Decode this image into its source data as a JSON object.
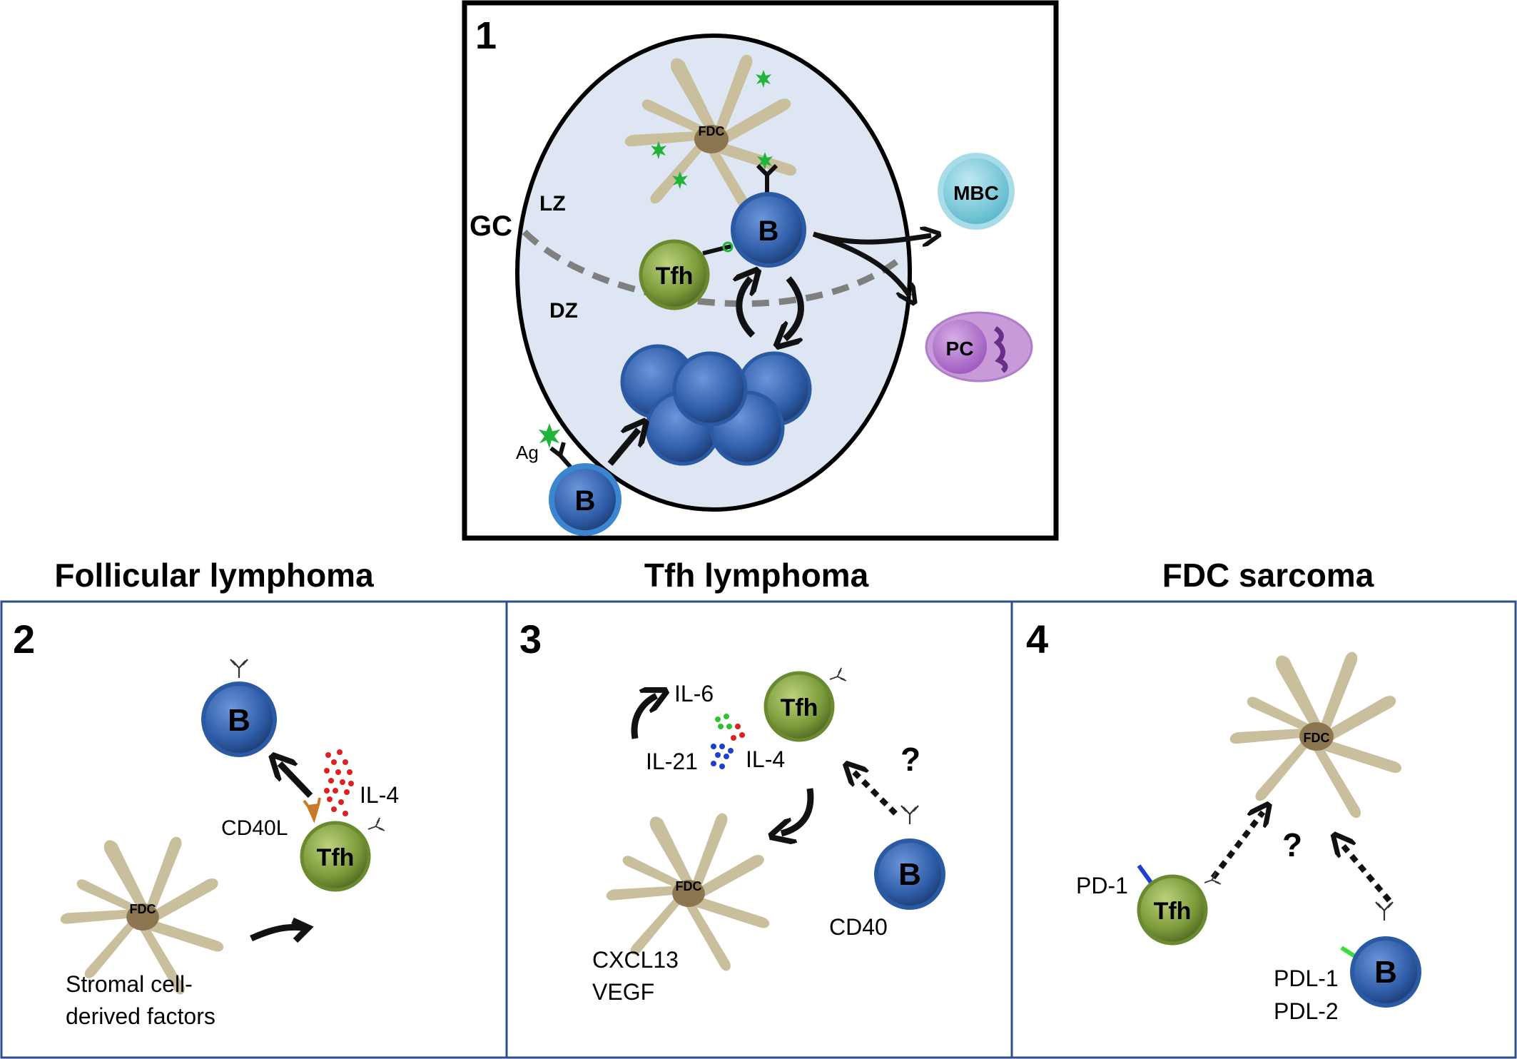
{
  "panels": {
    "p1": {
      "number": "1",
      "gc": "GC",
      "lz": "LZ",
      "dz": "DZ",
      "fdc": "FDC",
      "tfh": "Tfh",
      "b_top": "B",
      "b_bottom": "B",
      "ag": "Ag",
      "mbc": "MBC",
      "pc": "PC"
    },
    "p2": {
      "title": "Follicular lymphoma",
      "number": "2",
      "b": "B",
      "tfh": "Tfh",
      "fdc": "FDC",
      "cd40l": "CD40L",
      "il4": "IL-4",
      "stromal_line1": "Stromal cell-",
      "stromal_line2": "derived factors"
    },
    "p3": {
      "title": "Tfh lymphoma",
      "number": "3",
      "il6": "IL-6",
      "il21": "IL-21",
      "il4": "IL-4",
      "tfh": "Tfh",
      "question": "?",
      "fdc": "FDC",
      "cxcl13": "CXCL13",
      "vegf": "VEGF",
      "b": "B",
      "cd40": "CD40"
    },
    "p4": {
      "title": "FDC sarcoma",
      "number": "4",
      "fdc": "FDC",
      "question": "?",
      "pd1": "PD-1",
      "tfh": "Tfh",
      "b": "B",
      "pdl1": "PDL-1",
      "pdl2": "PDL-2"
    }
  },
  "colors": {
    "b_cell": "#2f5da8",
    "tfh_cell": "#7b9a3a",
    "fdc": "#c9bf9c",
    "fdc_nucleus": "#8c7650",
    "gc_fill": "#dde6f2",
    "antigen": "#22b33a",
    "mbc": "#5cb8cc",
    "pc": "#a15cc0",
    "il4_dots": "#e02020",
    "il21_dots": "#1f3fd0",
    "il6_dots": "#2ec22e",
    "panel_border": "#2e4f8a",
    "cd40l": "#c87a2a",
    "pd1": "#1f3fd0",
    "pdl": "#3ddc3d"
  },
  "icons": [
    "fdc-cell-icon",
    "b-cell-icon",
    "tfh-cell-icon",
    "antibody-receptor-icon",
    "antigen-star-icon",
    "arrow-icon",
    "dashed-arrow-icon"
  ]
}
